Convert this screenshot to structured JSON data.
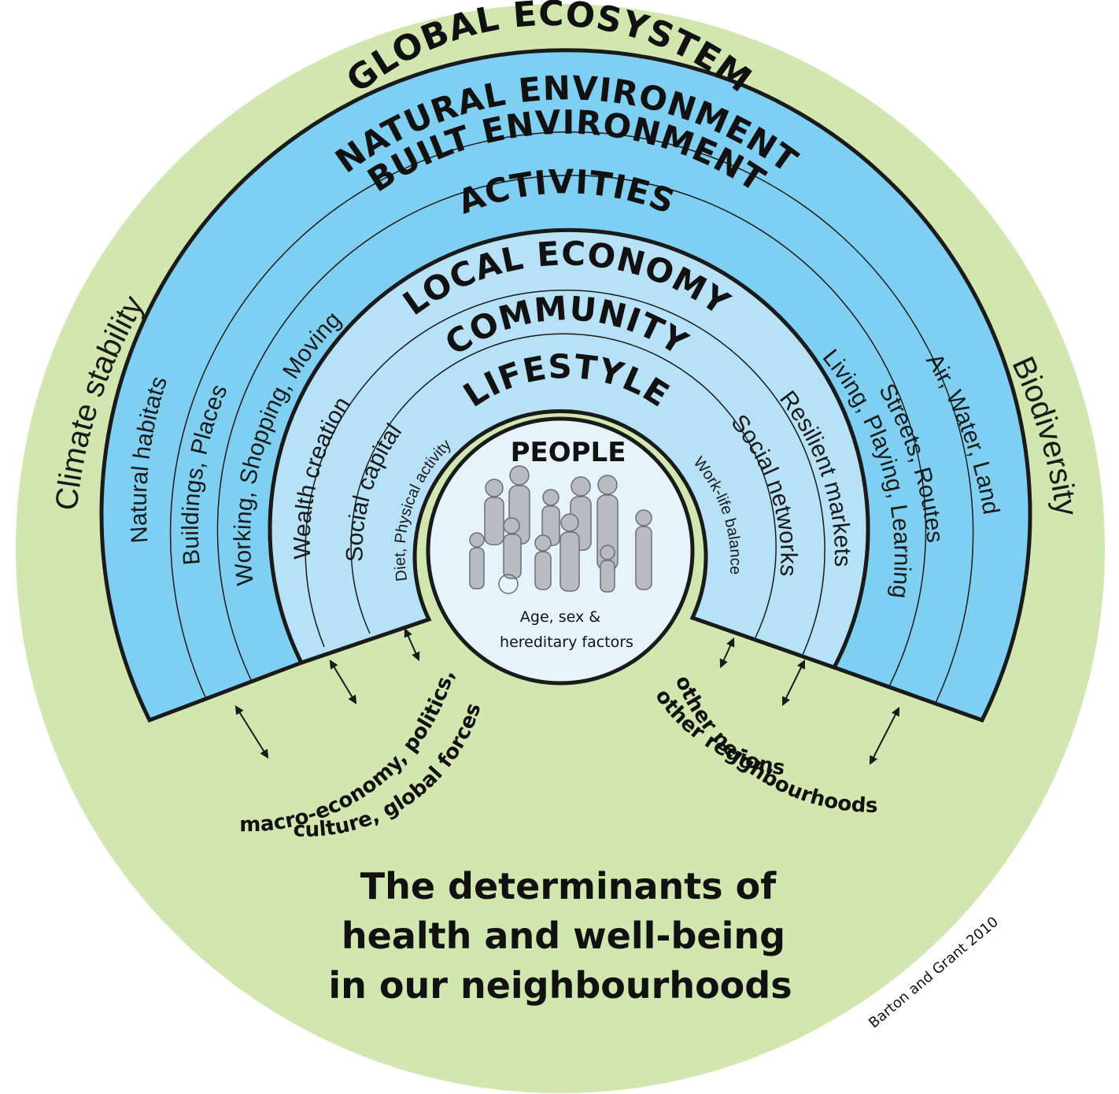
{
  "rings": {
    "global": "GLOBAL ECOSYSTEM",
    "natural": "NATURAL ENVIRONMENT",
    "built": "BUILT ENVIRONMENT",
    "activities": "ACTIVITIES",
    "economy": "LOCAL ECONOMY",
    "community": "COMMUNITY",
    "lifestyle": "LIFESTYLE",
    "people": "PEOPLE"
  },
  "outer_side": {
    "left": "Climate stability",
    "right": "Biodiversity"
  },
  "spokes_left": {
    "natural": "Natural habitats",
    "built": "Buildings, Places",
    "activities": "Working, Shopping, Moving",
    "economy": "Wealth creation",
    "community": "Social capital",
    "lifestyle": "Diet, Physical activity"
  },
  "spokes_right": {
    "natural": "Air, Water, Land",
    "built": "Streets, Routes",
    "activities": "Living, Playing, Learning",
    "economy": "Resilient markets",
    "community": "Social networks",
    "lifestyle": "Work-life balance"
  },
  "people_caption": {
    "line1": "Age, sex &",
    "line2": "hereditary factors"
  },
  "influences": {
    "left_line1": "macro-economy, politics,",
    "left_line2": "culture, global forces",
    "right_line1": "other neighbourhoods",
    "right_line2": "other regions"
  },
  "title": {
    "line1": "The determinants of",
    "line2": "health and well-being",
    "line3": "in our neighbourhoods"
  },
  "credit": "Barton and Grant 2010",
  "colors": {
    "global_green": "#d2e6b0",
    "outer_blue": "#7fcff3",
    "inner_blue": "#b6e1f7",
    "people_fill": "#e6f3fb",
    "line": "#1a1a1a"
  }
}
